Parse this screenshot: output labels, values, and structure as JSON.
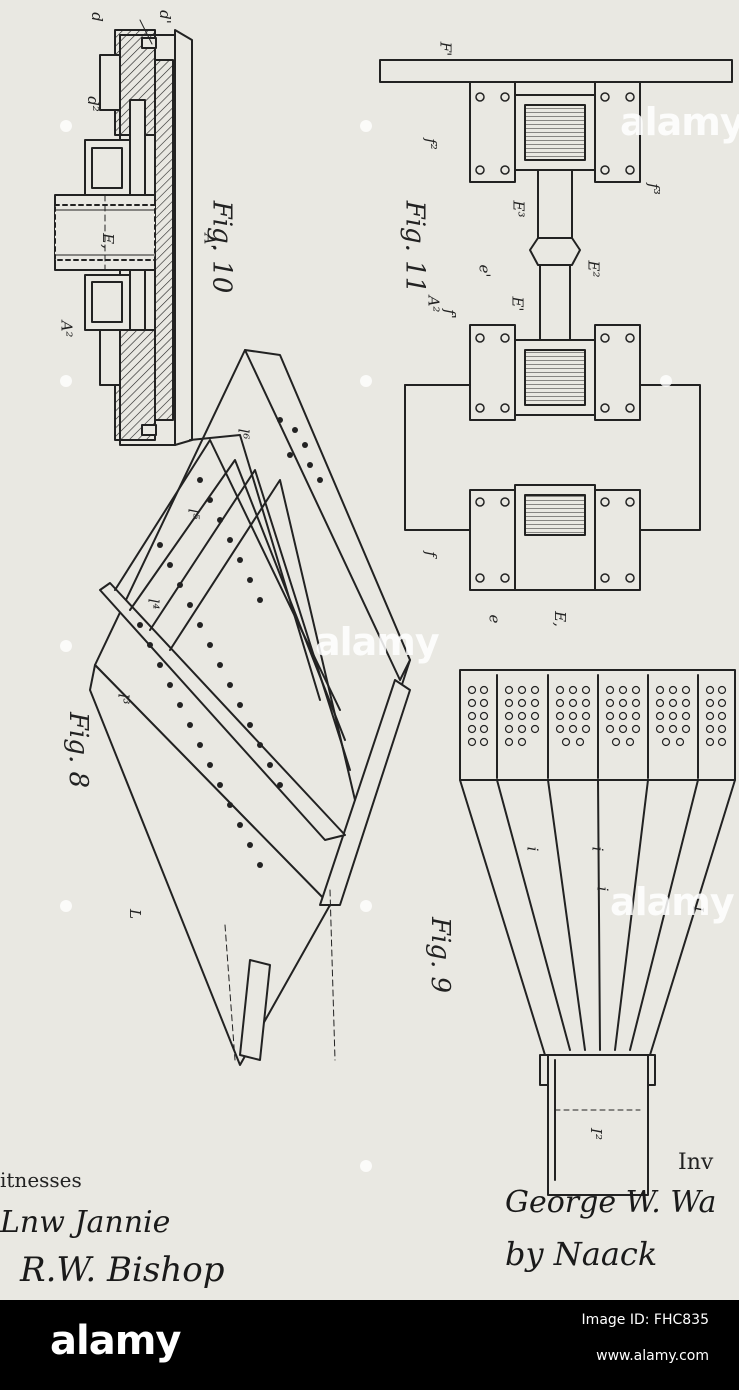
{
  "figures": {
    "fig8": "Fig. 8",
    "fig9": "Fig. 9",
    "fig10": "Fig. 10",
    "fig11": "Fig. 11"
  },
  "reference_letters": {
    "d": "d",
    "d_prime": "d'",
    "d2": "d²",
    "E_fig10": "E,",
    "A_prime": "A'",
    "A2_fig10": "A²",
    "F_prime": "F'",
    "f2": "f²",
    "f3": "f³",
    "E3": "E³",
    "E2": "E²",
    "E_prime": "E'",
    "e_prime": "e'",
    "f_prime": "f'",
    "A2_fig11": "A²",
    "f": "f",
    "e": "e",
    "E_fig11": "E,",
    "l3": "l³",
    "l4": "l⁴",
    "l5": "l⁵",
    "l6": "l⁶",
    "L": "L",
    "i_1": "i",
    "i_2": "i",
    "i_3": "i",
    "I": "I",
    "I2": "I²"
  },
  "margin": {
    "witnesses": "itnesses",
    "inventor_fragment": "Inv"
  },
  "signatures": {
    "witness_1": "Lnw Jannie",
    "witness_2": "R.W. Bishop",
    "inventor": "George W. Wa",
    "attorney": "by Naack"
  },
  "watermark": {
    "text": "alamy"
  },
  "footer": {
    "logo": "alamy",
    "image_id": "Image ID: FHC835",
    "url": "www.alamy.com"
  },
  "colors": {
    "paper": "#e9e8e2",
    "ink": "#222222",
    "footer": "#000000"
  }
}
